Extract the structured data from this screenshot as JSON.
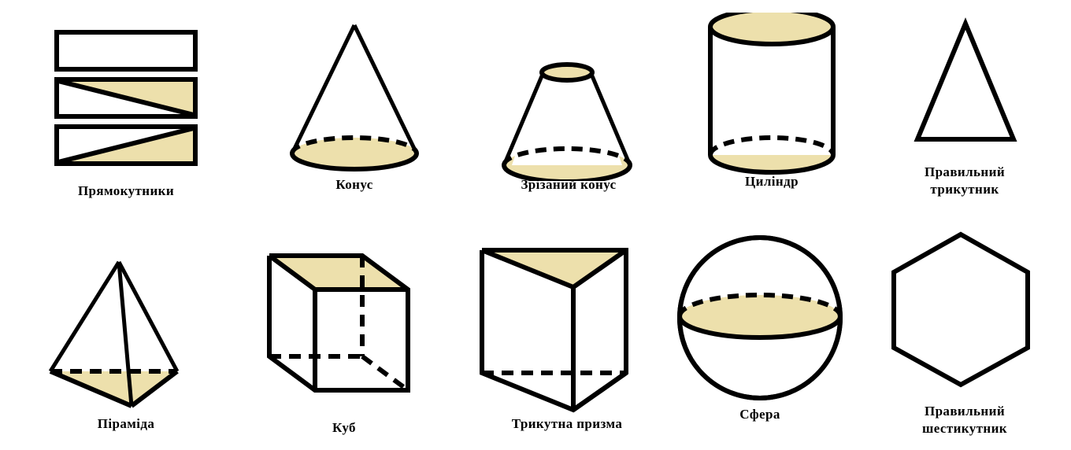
{
  "page": {
    "title": "Geometric solids and plane figures chart",
    "background_color": "#FFFFFF",
    "stroke_color": "#000000",
    "fill_color": "#EDE0AC",
    "language": "uk"
  },
  "figures": [
    {
      "id": "rectangles",
      "label": "Прямокутники",
      "shape": "rectangles",
      "row": 1,
      "column": 1
    },
    {
      "id": "cone",
      "label": "Конус",
      "shape": "cone",
      "row": 1,
      "column": 2
    },
    {
      "id": "truncated-cone",
      "label": "Зрізаний конус",
      "shape": "truncated-cone",
      "row": 1,
      "column": 3
    },
    {
      "id": "cylinder",
      "label": "Циліндр",
      "shape": "cylinder",
      "row": 1,
      "column": 4
    },
    {
      "id": "equilateral-triangle",
      "label": "Правильний\nтрикутник",
      "shape": "triangle",
      "row": 1,
      "column": 5
    },
    {
      "id": "pyramid",
      "label": "Піраміда",
      "shape": "pyramid",
      "row": 2,
      "column": 1
    },
    {
      "id": "cube",
      "label": "Куб",
      "shape": "cube",
      "row": 2,
      "column": 2
    },
    {
      "id": "triangular-prism",
      "label": "Трикутна призма",
      "shape": "triangular-prism",
      "row": 2,
      "column": 3
    },
    {
      "id": "sphere",
      "label": "Сфера",
      "shape": "sphere",
      "row": 2,
      "column": 4
    },
    {
      "id": "regular-hexagon",
      "label": "Правильний\nшестикутник",
      "shape": "hexagon",
      "row": 2,
      "column": 5
    }
  ]
}
